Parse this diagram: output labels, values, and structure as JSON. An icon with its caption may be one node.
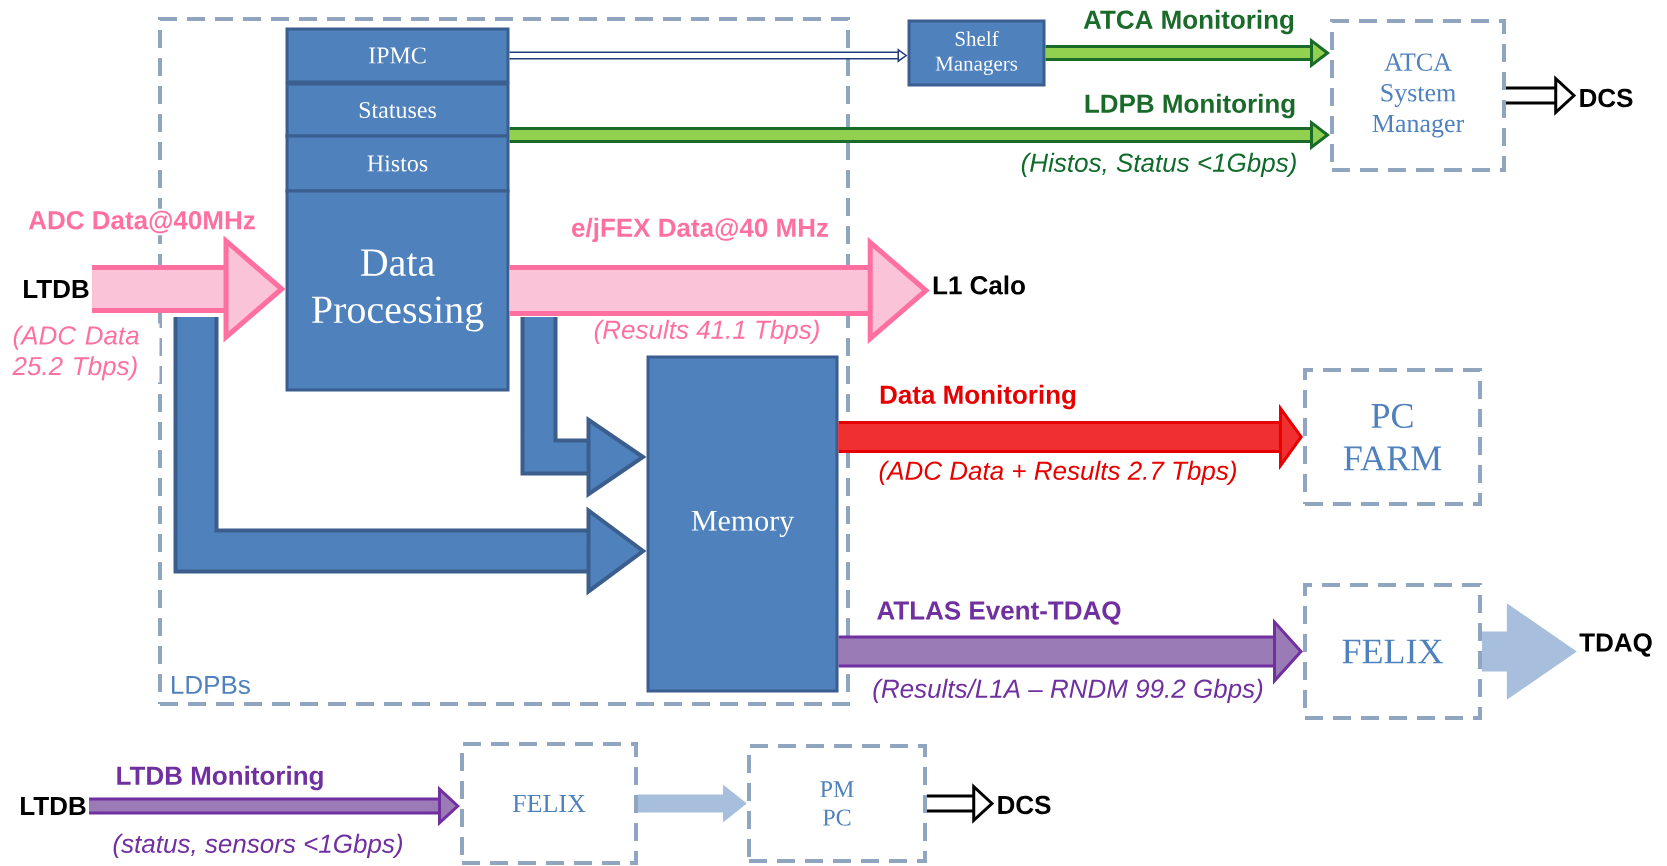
{
  "diagram": {
    "nodes": [
      {
        "text": [
          "LDPBs"
        ]
      },
      {
        "text": [
          "IPMC"
        ],
        "in": 0
      },
      {
        "text": [
          "Statuses"
        ],
        "in": 0
      },
      {
        "text": [
          "Histos"
        ],
        "in": 0
      },
      {
        "text": [
          "Data Processing"
        ],
        "in": 0
      },
      {
        "text": [
          "Memory"
        ],
        "in": 0
      },
      {
        "text": [
          "Shelf Managers"
        ]
      },
      {
        "text": [
          "ATCA System Manager"
        ]
      },
      {
        "text": [
          "DCS"
        ]
      },
      {
        "text": [
          "LTDB"
        ]
      },
      {
        "text": [
          "L1 Calo"
        ]
      },
      {
        "text": [
          "PC FARM"
        ]
      },
      {
        "text": [
          "FELIX"
        ]
      },
      {
        "text": [
          "TDAQ"
        ]
      },
      {
        "text": [
          "LTDB"
        ]
      },
      {
        "text": [
          "FELIX"
        ]
      },
      {
        "text": [
          "PM PC"
        ]
      },
      {
        "text": [
          "DCS"
        ]
      }
    ],
    "edges": [
      {
        "from": 9,
        "to": 4,
        "arrow": "to",
        "label": "ADC Data@40MHz",
        "style": "thick",
        "color": "#ff6fa0"
      },
      {
        "from": 4,
        "to": 10,
        "arrow": "to",
        "label": "e/jFEX Data@40 MHz",
        "style": "thick",
        "color": "#ff6fa0"
      },
      {
        "from": null,
        "to": 5,
        "arrow": "to",
        "style": "thick",
        "color": "#3b5e8c"
      },
      {
        "from": null,
        "to": 5,
        "arrow": "to",
        "style": "thick",
        "color": "#3b5e8c"
      },
      {
        "from": 1,
        "to": 6,
        "arrow": "to",
        "color": "#1f3d7a"
      },
      {
        "from": 6,
        "to": 7,
        "arrow": "to",
        "label": "ATCA Monitoring",
        "color": "#1a6b2a"
      },
      {
        "from": 2,
        "to": 7,
        "arrow": "to",
        "label": "LDPB Monitoring",
        "color": "#1a6b2a"
      },
      {
        "from": 7,
        "to": 8,
        "arrow": "to",
        "color": "#000000"
      },
      {
        "from": 5,
        "to": 11,
        "arrow": "to",
        "label": "Data Monitoring",
        "color": "#e60000"
      },
      {
        "from": 5,
        "to": 12,
        "arrow": "to",
        "label": "ATLAS Event-TDAQ",
        "color": "#7030a0"
      },
      {
        "from": 12,
        "to": 13,
        "arrow": "to",
        "style": "thick",
        "color": "#a7bfdc"
      },
      {
        "from": 14,
        "to": 15,
        "arrow": "to",
        "label": "LTDB Monitoring",
        "color": "#7030a0"
      },
      {
        "from": 15,
        "to": 16,
        "arrow": "to",
        "color": "#a7bfdc"
      },
      {
        "from": 16,
        "to": 17,
        "arrow": "to",
        "color": "#000000"
      }
    ],
    "labels": [
      "(Histos, Status <1Gbps)",
      "(ADC Data 25.2 Tbps)",
      "(Results 41.1 Tbps)",
      "(ADC Data + Results 2.7 Tbps)",
      "(Results/L1A – RNDM 99.2 Gbps)",
      "(status, sensors <1Gbps)"
    ]
  }
}
